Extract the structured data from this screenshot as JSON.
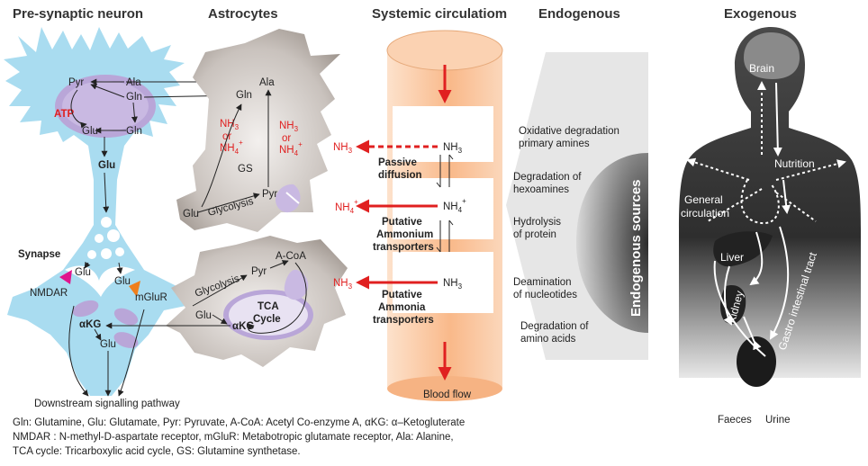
{
  "headers": {
    "presynaptic": "Pre-synaptic neuron",
    "astrocytes": "Astrocytes",
    "systemic": "Systemic circulatiom",
    "endogenous": "Endogenous",
    "exogenous": "Exogenous"
  },
  "neuron": {
    "pyr": "Pyr",
    "ala": "Ala",
    "gln1": "Gln",
    "atp": "ATP",
    "glu1": "Glu",
    "gln2": "Gln",
    "glu_bold": "Glu",
    "synapse": "Synapse",
    "glu_left": "Glu",
    "glu_mid": "Glu",
    "nmdar": "NMDAR",
    "mglur": "mGluR",
    "akg": "αKG",
    "glu_low": "Glu",
    "downstream": "Downstream signalling pathway"
  },
  "astro_top": {
    "ala": "Ala",
    "gln": "Gln",
    "nh3_a": "NH",
    "or_a": "or",
    "nh4_a": "NH",
    "nh3_b": "NH",
    "or_b": "or",
    "nh4_b": "NH",
    "gs": "GS",
    "pyr": "Pyr",
    "glu": "Glu",
    "glycolysis": "Glycolysis"
  },
  "astro_bottom": {
    "acoa": "A-CoA",
    "pyr": "Pyr",
    "glycolysis": "Glycolysis",
    "tca1": "TCA",
    "tca2": "Cycle",
    "glu": "Glu",
    "akg": "αKG"
  },
  "systemic": {
    "nh3_left1": "NH",
    "nh3_right1": "NH",
    "passive1": "Passive",
    "passive2": "diffusion",
    "nh4_left": "NH",
    "nh4_right": "NH",
    "amm_tr1": "Putative",
    "amm_tr2": "Ammonium",
    "amm_tr3": "transporters",
    "nh3_left2": "NH",
    "nh3_right2": "NH",
    "amn_tr1": "Putative",
    "amn_tr2": "Ammonia",
    "amn_tr3": "transporters",
    "blood_flow": "Blood flow"
  },
  "endogenous": {
    "s1a": "Oxidative degradation",
    "s1b": "primary amines",
    "s2a": "Degradation of",
    "s2b": "hexoamines",
    "s3a": "Hydrolysis",
    "s3b": "of protein",
    "s4a": "Deamination",
    "s4b": "of nucleotides",
    "s5a": "Degradation of",
    "s5b": "amino acids",
    "sources": "Endogenous sources"
  },
  "exogenous": {
    "brain": "Brain",
    "nutrition": "Nutrition",
    "general1": "General",
    "general2": "circulation",
    "liver": "Liver",
    "kidney": "Kidney",
    "gi": "Gastro intestinal tract",
    "faeces": "Faeces",
    "urine": "Urine"
  },
  "legend": {
    "line1": "Gln: Glutamine, Glu: Glutamate, Pyr: Pyruvate, A-CoA: Acetyl Co-enzyme A, αKG: α–Ketogluterate",
    "line2": "NMDAR : N-methyl-D-aspartate receptor, mGluR: Metabotropic glutamate receptor, Ala: Alanine,",
    "line3": "TCA cycle: Tricarboxylic acid cycle, GS: Glutamine synthetase."
  },
  "colors": {
    "neuron_blue": "#a9dcf0",
    "mito_purple": "#b9a6d8",
    "astro_grey": "#b4aca6",
    "vessel_orange": "#f9c29a",
    "arrow_red": "#e02020",
    "body_dark": "#3c3c3c"
  }
}
